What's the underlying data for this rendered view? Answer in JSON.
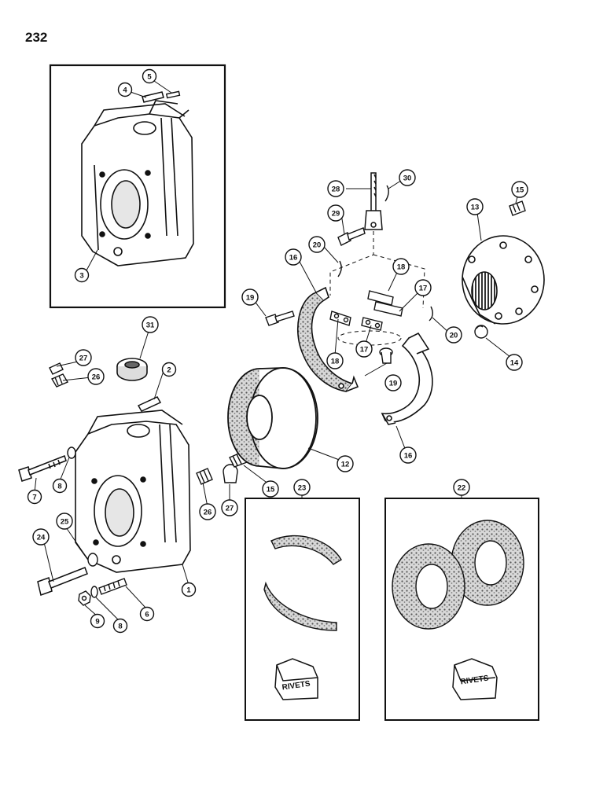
{
  "page_number": "232",
  "callouts": {
    "c1": "1",
    "c2": "2",
    "c3": "3",
    "c4": "4",
    "c5": "5",
    "c6": "6",
    "c7": "7",
    "c8a": "8",
    "c8b": "8",
    "c9": "9",
    "c12": "12",
    "c13": "13",
    "c14": "14",
    "c15a": "15",
    "c15b": "15",
    "c16a": "16",
    "c16b": "16",
    "c17a": "17",
    "c17b": "17",
    "c18a": "18",
    "c18b": "18",
    "c19a": "19",
    "c19b": "19",
    "c20a": "20",
    "c20b": "20",
    "c22": "22",
    "c23": "23",
    "c24": "24",
    "c25": "25",
    "c26a": "26",
    "c26b": "26",
    "c27a": "27",
    "c27b": "27",
    "c28": "28",
    "c29": "29",
    "c30": "30",
    "c31": "31"
  },
  "kit_labels": {
    "rivets_left": "RIVETS",
    "rivets_right": "RIVETS"
  },
  "colors": {
    "ink": "#111111",
    "paper": "#ffffff",
    "lining": "#8a8a8a"
  }
}
